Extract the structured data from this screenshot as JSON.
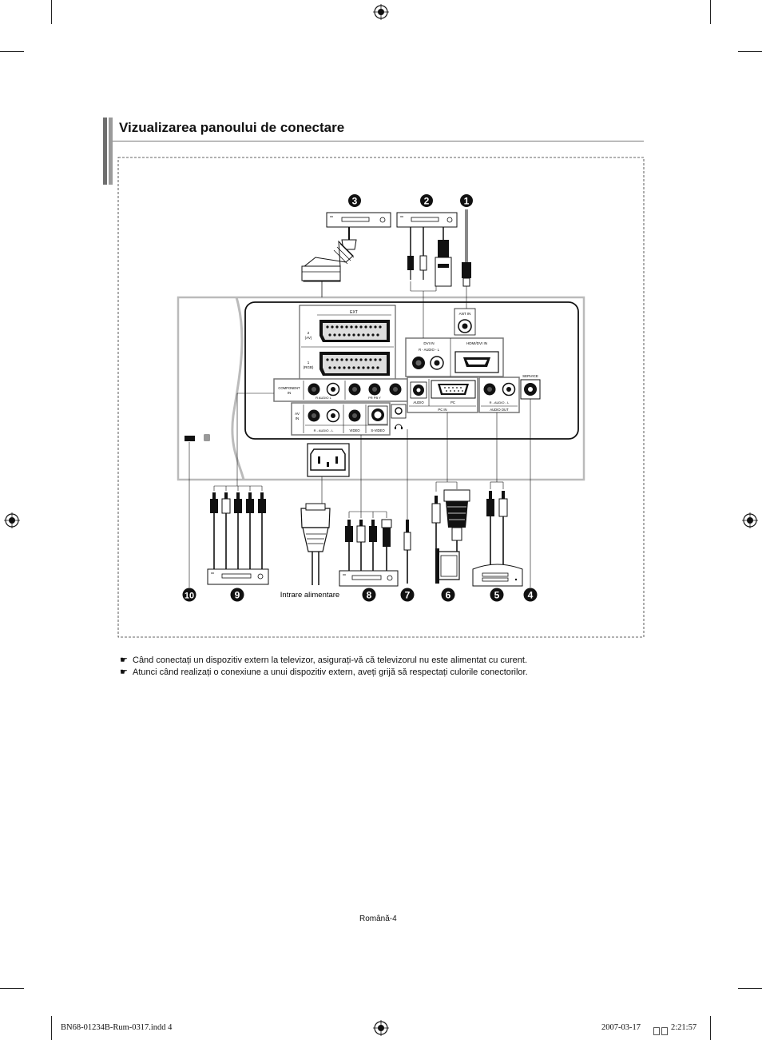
{
  "section": {
    "title": "Vizualizarea panoului de conectare"
  },
  "diagram": {
    "panel_labels": {
      "ext": "EXT",
      "av_2": "2\n(AV)",
      "rgb_1": "1\n(RGB)",
      "ant_in": "ANT IN",
      "dvi_in": "DVI IN",
      "dvi_audio": "R - AUDIO - L",
      "hdmi_dvi_in": "HDMI/DVI IN",
      "service": "SERVICE",
      "component_in": "COMPONENT\nIN",
      "component_audio": "R  AUDIO  L",
      "component_video": "PR  PB  Y",
      "audio": "AUDIO",
      "pc": "PC",
      "pc_in": "PC IN",
      "audio_out_lr": "R - AUDIO - L",
      "audio_out": "AUDIO OUT",
      "av_in": "AV\nIN",
      "av_audio": "R - AUDIO - L",
      "video": "VIDEO",
      "s_video": "S-VIDEO"
    },
    "callouts": [
      "3",
      "2",
      "1",
      "10",
      "9",
      "8",
      "7",
      "6",
      "5",
      "4"
    ],
    "power_input_label": "Intrare alimentare"
  },
  "notes": [
    "Când conectați un dispozitiv extern la televizor, asigurați-vă că televizorul nu este alimentat cu curent.",
    "Atunci când realizați o conexiune a unui dispozitiv extern, aveți grijă să respectați culorile conectorilor."
  ],
  "page_number": "Română-4",
  "print_meta": {
    "file": "BN68-01234B-Rum-0317.indd   4",
    "date": "2007-03-17",
    "time": "2:21:57"
  }
}
